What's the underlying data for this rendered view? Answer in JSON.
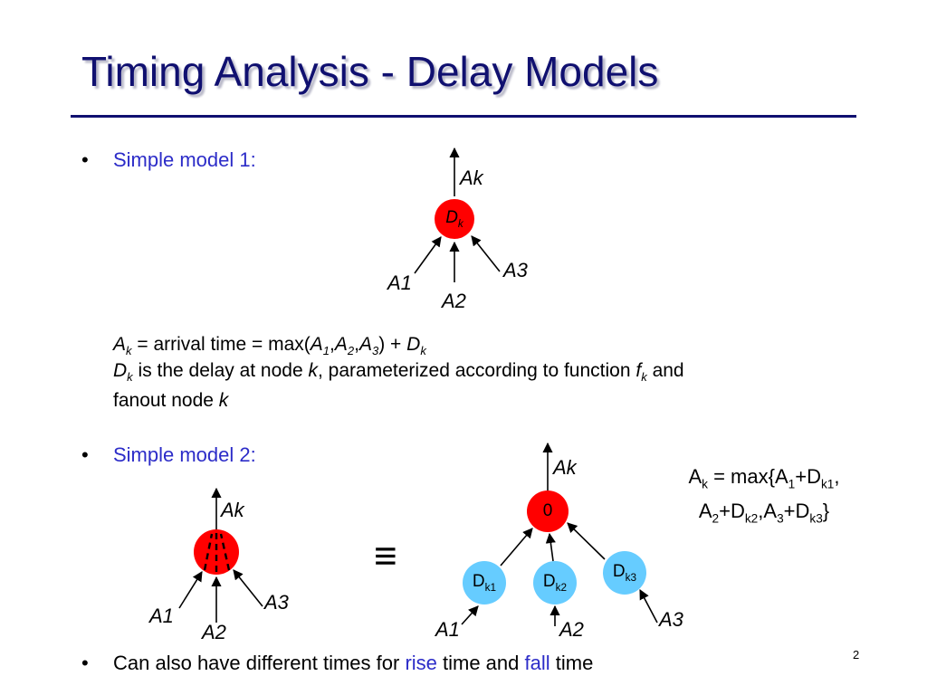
{
  "title": "Timing Analysis - Delay Models",
  "bullet_char": "•",
  "model1": {
    "heading": "Simple model 1:",
    "output_label": "Ak",
    "node": {
      "main": "D",
      "sub": "k"
    },
    "inputs": [
      "A1",
      "A2",
      "A3"
    ],
    "formula": {
      "lhs_main": "A",
      "lhs_sub": "k",
      "eq": " = arrival time = max(",
      "a1_main": "A",
      "a1_sub": "1",
      "c1": ",",
      "a2_main": "A",
      "a2_sub": "2",
      "c2": ",",
      "a3_main": "A",
      "a3_sub": "3",
      "close": ") + ",
      "d_main": "D",
      "d_sub": "k"
    },
    "desc": {
      "d_main": "D",
      "d_sub": "k",
      "t1": " is the delay at node ",
      "k1": "k",
      "t2": ", parameterized according to function ",
      "f_main": "f",
      "f_sub": "k",
      "t3": " and",
      "line2_text": "fanout node ",
      "k2": "k"
    }
  },
  "model2": {
    "heading": "Simple model 2:",
    "left_output_label": "Ak",
    "left_inputs": [
      "A1",
      "A2",
      "A3"
    ],
    "equiv_symbol": "≡",
    "right_output_label": "Ak",
    "top_node": "0",
    "delay_nodes": [
      {
        "main": "D",
        "sub": "k1"
      },
      {
        "main": "D",
        "sub": "k2"
      },
      {
        "main": "D",
        "sub": "k3"
      }
    ],
    "right_inputs": [
      "A1",
      "A2",
      "A3"
    ],
    "formula": {
      "line1": {
        "a": "A",
        "k": "k",
        "eq": " = max{",
        "a1": "A",
        "s1": "1",
        "plus1": "+",
        "d1": "D",
        "ds1": "k1",
        "tail": ","
      },
      "line2": {
        "a2": "A",
        "s2": "2",
        "plus2": "+",
        "d2": "D",
        "ds2": "k2",
        "comma": ",",
        "a3": "A",
        "s3": "3",
        "plus3": "+",
        "d3": "D",
        "ds3": "k3",
        "close": "}"
      }
    }
  },
  "bullet3": {
    "pre": "Can also have different times for ",
    "rise": "rise",
    "mid": " time and ",
    "fall": "fall",
    "post": " time"
  },
  "slide_number": "2",
  "colors": {
    "title": "#101070",
    "bullet_blue": "#2c2cc8",
    "red_node": "#ff0000",
    "blue_node": "#66ccff"
  }
}
